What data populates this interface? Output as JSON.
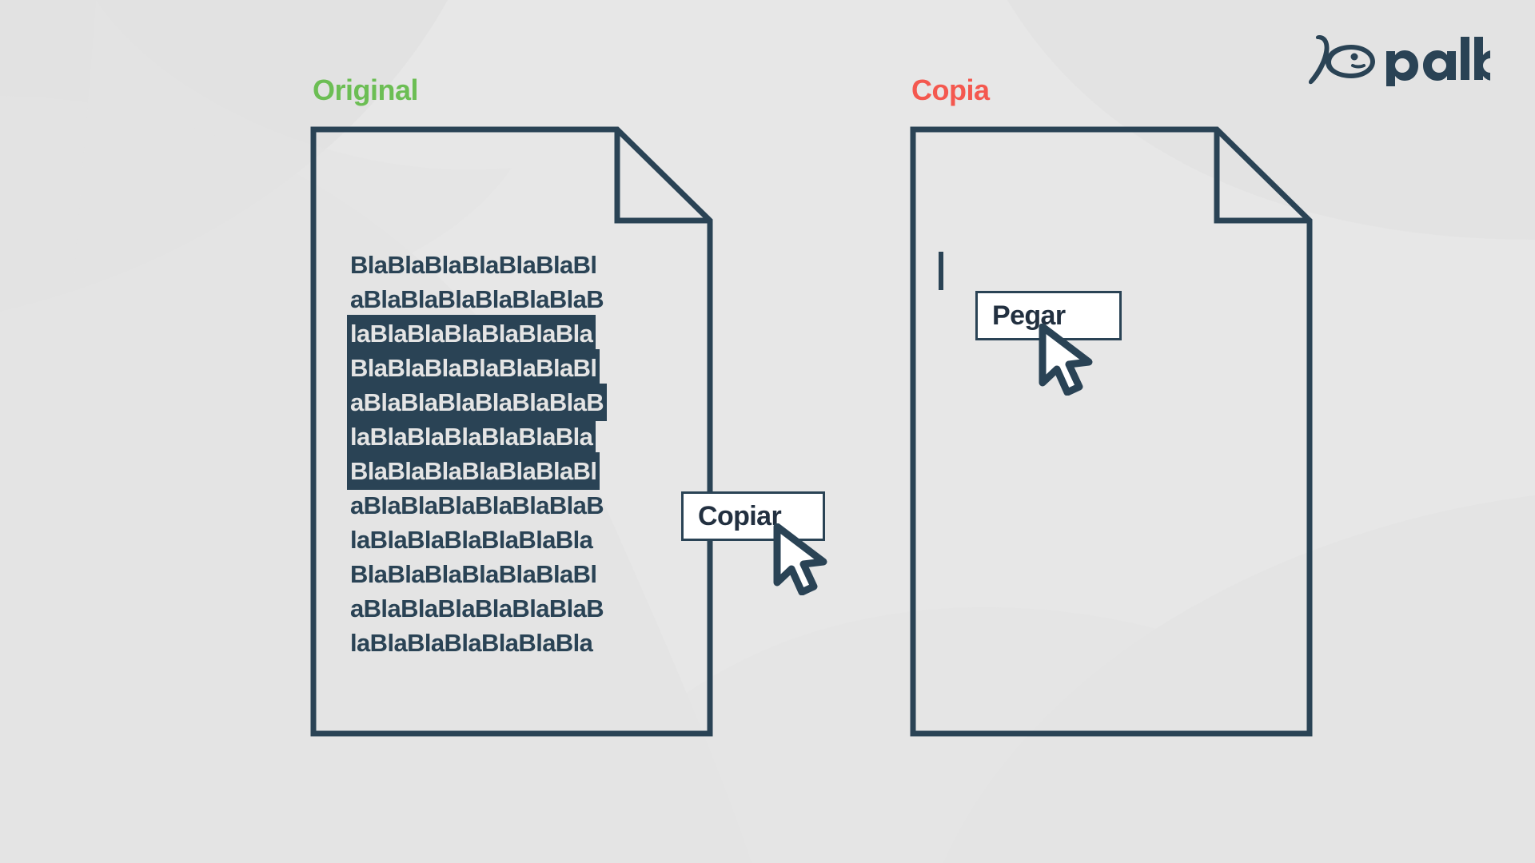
{
  "page": {
    "background_color": "#e7e7e7",
    "ink_color": "#2a4355",
    "paper_color": "#ffffff"
  },
  "brand": {
    "name": "palbin",
    "logo_icon": "palbin-fish-logo",
    "logo_color": "#2a4355"
  },
  "panels": {
    "original": {
      "heading": "Original",
      "heading_color": "#6cbe54",
      "document_icon": "document-with-folded-corner",
      "lines": [
        {
          "text": "BlaBlaBlaBlaBlaBlaBl",
          "selected": false
        },
        {
          "text": "aBlaBlaBlaBlaBlaBlaB",
          "selected": false
        },
        {
          "text": "laBlaBlaBlaBlaBlaBla",
          "selected": true
        },
        {
          "text": "BlaBlaBlaBlaBlaBlaBl",
          "selected": true
        },
        {
          "text": "aBlaBlaBlaBlaBlaBlaB",
          "selected": true
        },
        {
          "text": "laBlaBlaBlaBlaBlaBla",
          "selected": true
        },
        {
          "text": "BlaBlaBlaBlaBlaBlaBl",
          "selected": true
        },
        {
          "text": "aBlaBlaBlaBlaBlaBlaB",
          "selected": false
        },
        {
          "text": "laBlaBlaBlaBlaBlaBla",
          "selected": false
        },
        {
          "text": "BlaBlaBlaBlaBlaBlaBl",
          "selected": false
        },
        {
          "text": "aBlaBlaBlaBlaBlaBlaB",
          "selected": false
        },
        {
          "text": "laBlaBlaBlaBlaBlaBla",
          "selected": false
        }
      ],
      "action": {
        "label": "Copiar",
        "cursor_icon": "arrow-pointer-cursor"
      }
    },
    "copia": {
      "heading": "Copia",
      "heading_color": "#f4584f",
      "document_icon": "document-with-folded-corner",
      "caret_icon": "text-caret",
      "lines": [],
      "action": {
        "label": "Pegar",
        "cursor_icon": "arrow-pointer-cursor"
      }
    }
  }
}
